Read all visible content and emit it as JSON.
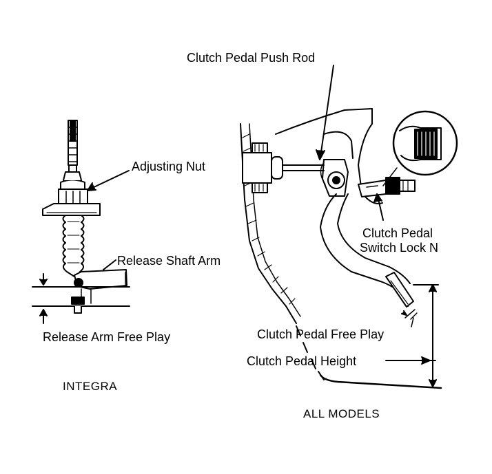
{
  "labels": {
    "clutch_pedal_push_rod": "Clutch Pedal Push Rod",
    "adjusting_nut": "Adjusting Nut",
    "clutch_pedal": "Clutch Pedal",
    "switch_lock_n": "Switch Lock N",
    "release_shaft_arm": "Release Shaft Arm",
    "release_arm_free_play": "Release Arm Free Play",
    "clutch_pedal_free_play": "Clutch Pedal Free Play",
    "clutch_pedal_height": "Clutch Pedal Height"
  },
  "captions": {
    "left": "INTEGRA",
    "right": "ALL MODELS"
  }
}
